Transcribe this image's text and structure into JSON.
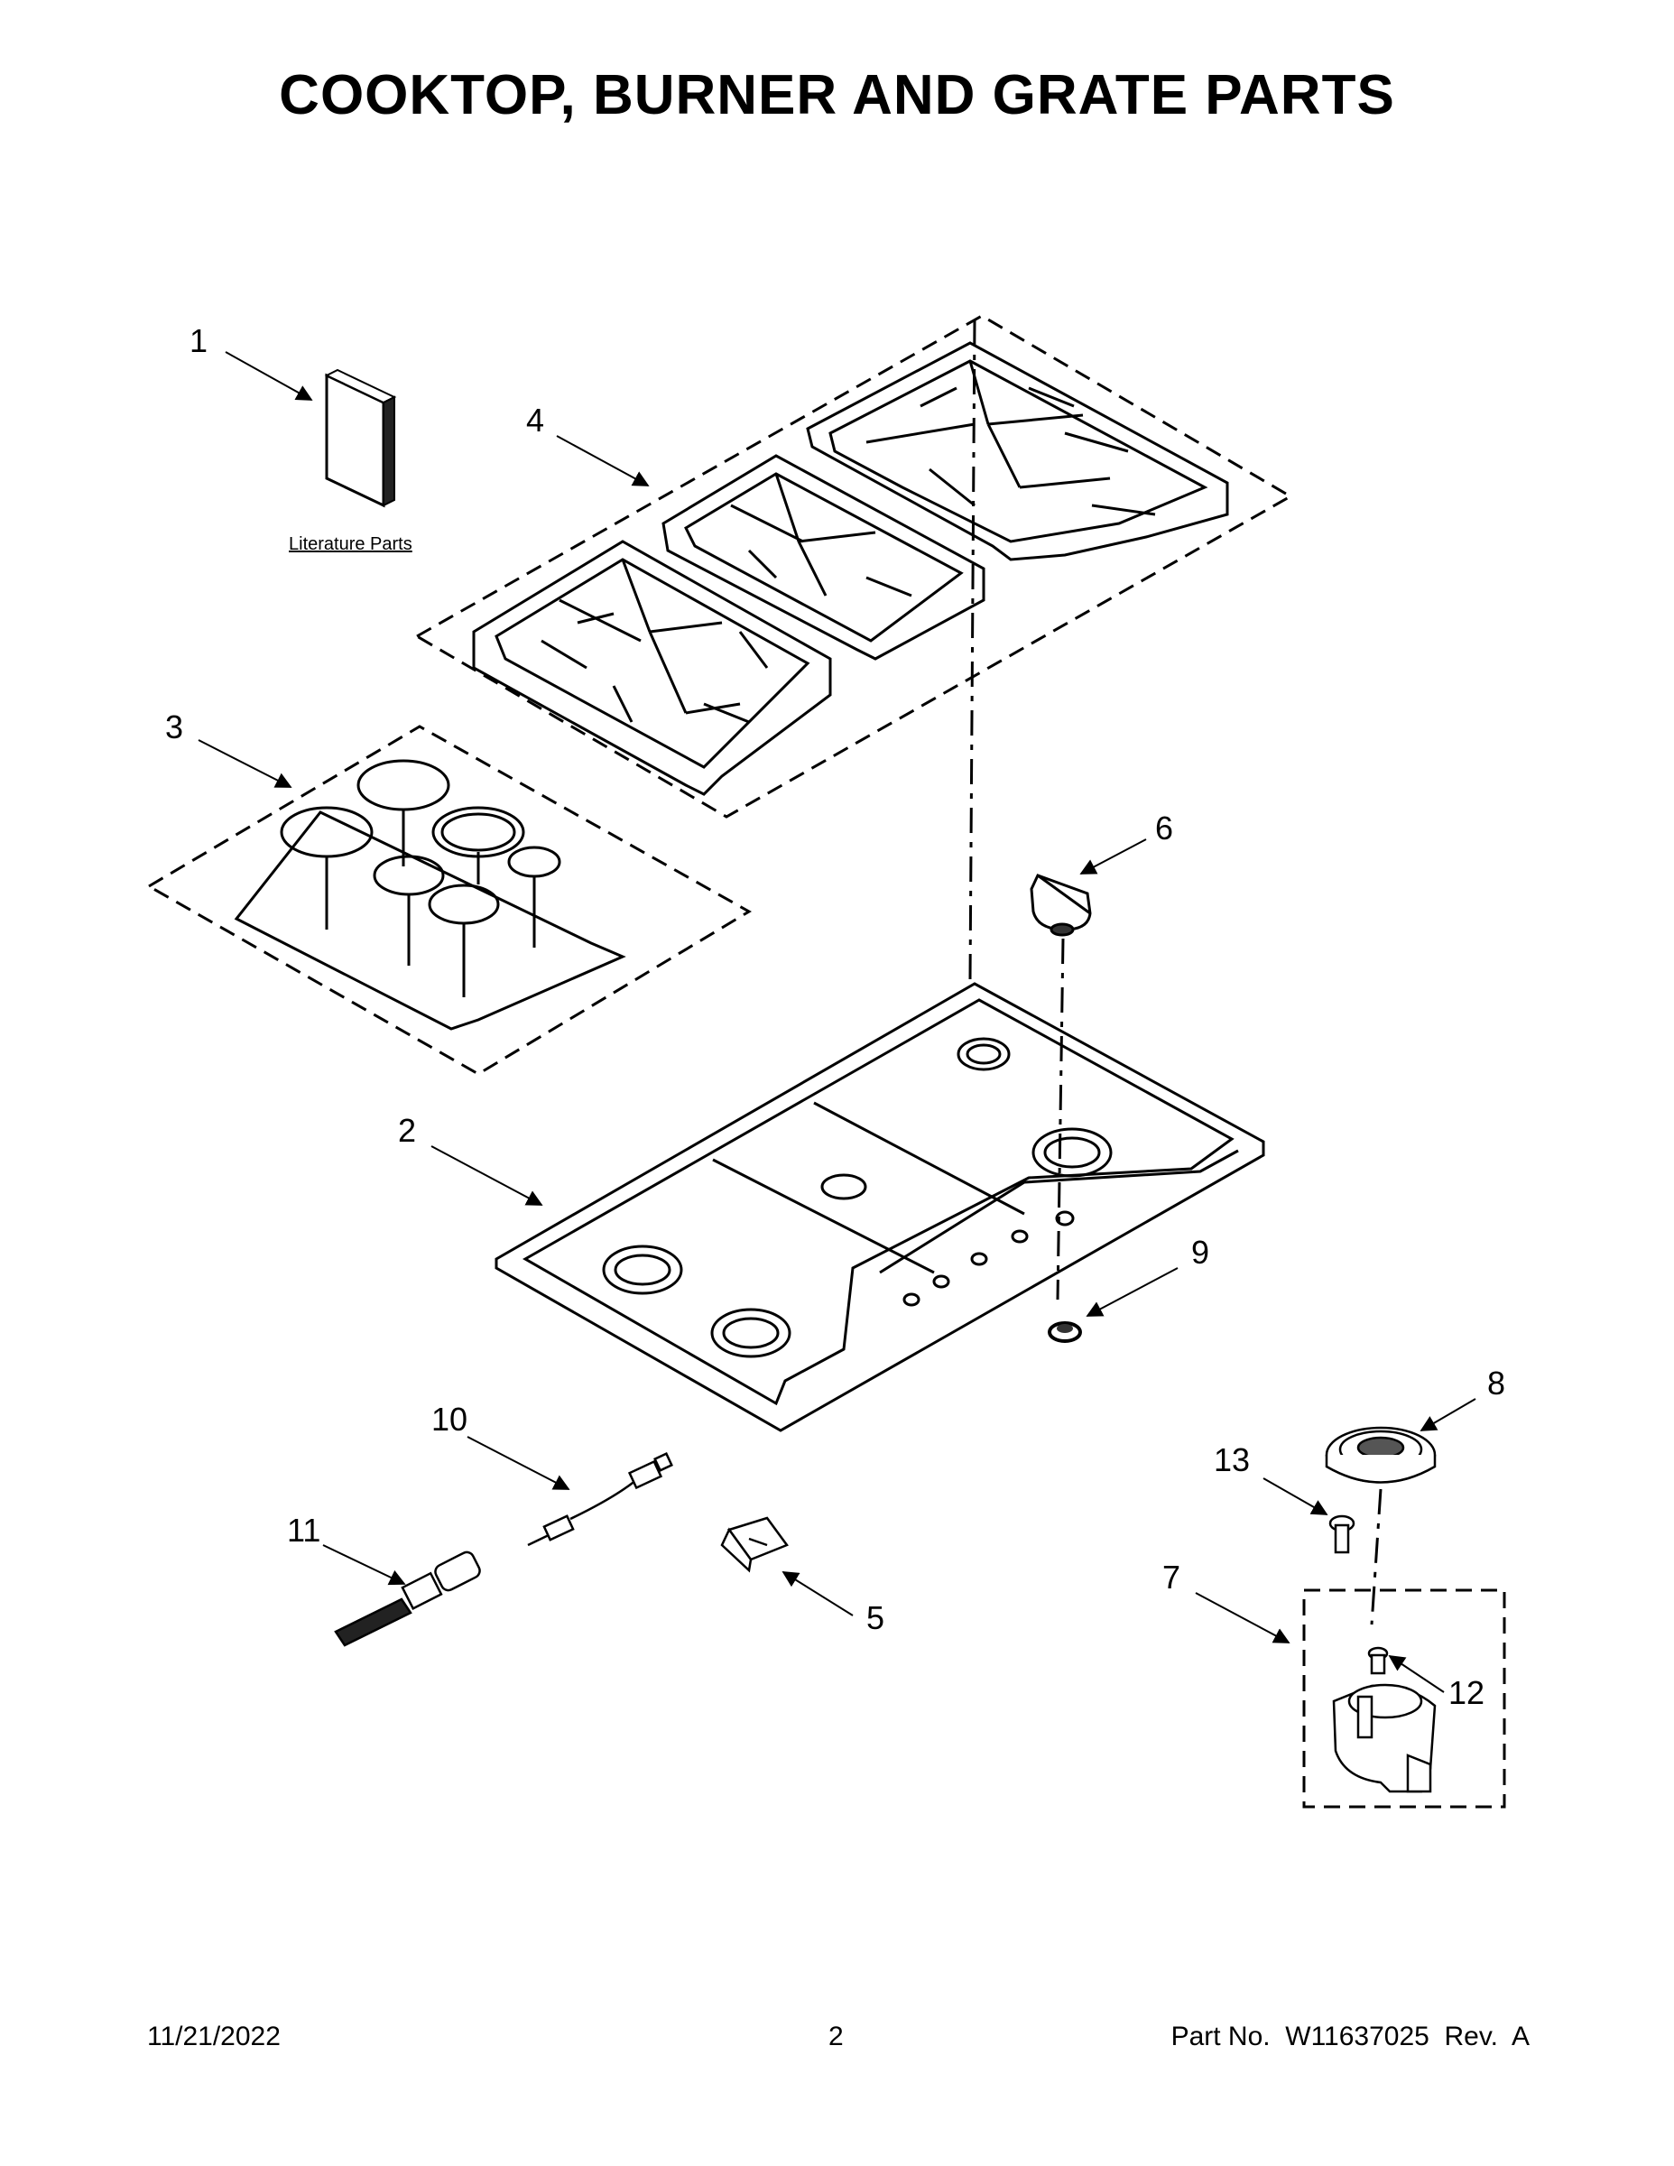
{
  "title": "COOKTOP, BURNER AND GRATE PARTS",
  "callouts": {
    "c1": "1",
    "c2": "2",
    "c3": "3",
    "c4": "4",
    "c5": "5",
    "c6": "6",
    "c7": "7",
    "c8": "8",
    "c9": "9",
    "c10": "10",
    "c11": "11",
    "c12": "12",
    "c13": "13"
  },
  "literature_label": "Literature Parts",
  "footer": {
    "date": "11/21/2022",
    "page": "2",
    "part_no": "Part No.  W11637025  Rev.  A"
  }
}
